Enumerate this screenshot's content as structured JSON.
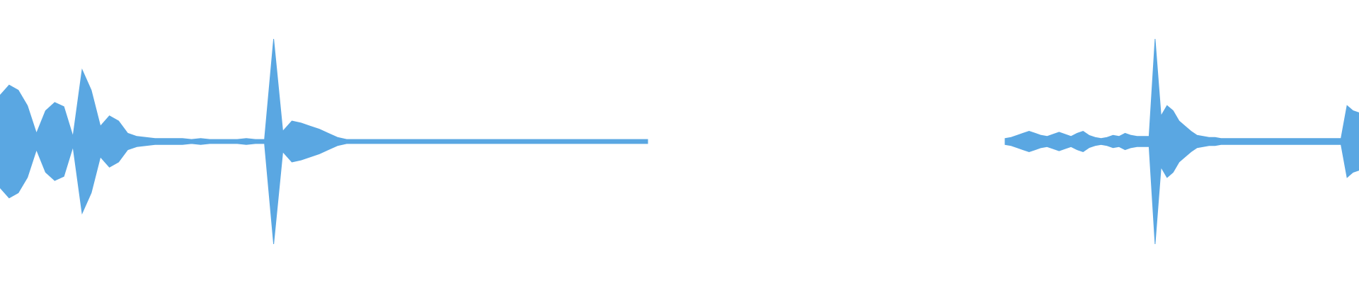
{
  "waveform": {
    "color": "#5aa7e2",
    "background": "#ffffff",
    "segments": [
      {
        "peaks": [
          0.45,
          0.55,
          0.5,
          0.35,
          0.08,
          0.3,
          0.38,
          0.34,
          0.05,
          0.7,
          0.5,
          0.15,
          0.25,
          0.2,
          0.08,
          0.05,
          0.04,
          0.03,
          0.03,
          0.03,
          0.03,
          0.02,
          0.03,
          0.02,
          0.02,
          0.02,
          0.02,
          0.03,
          0.02,
          0.02,
          1.0,
          0.1,
          0.2,
          0.18,
          0.15,
          0.12,
          0.08,
          0.04,
          0.02,
          0.02,
          0.02,
          0.02,
          0.02,
          0.02,
          0.02,
          0.02,
          0.02,
          0.02,
          0.02,
          0.02,
          0.02,
          0.02,
          0.02,
          0.02,
          0.02,
          0.02,
          0.02,
          0.02,
          0.02,
          0.02,
          0.02,
          0.02,
          0.02,
          0.02,
          0.02,
          0.02,
          0.02,
          0.02,
          0.02,
          0.02,
          0.02,
          0.02
        ]
      },
      {
        "peaks": [
          0.03,
          0.04,
          0.06,
          0.08,
          0.1,
          0.08,
          0.06,
          0.05,
          0.07,
          0.09,
          0.07,
          0.05,
          0.08,
          0.1,
          0.06,
          0.04,
          0.03,
          0.04,
          0.06,
          0.05,
          0.08,
          0.06,
          0.05,
          0.05,
          0.05,
          1.0,
          0.25,
          0.35,
          0.3,
          0.2,
          0.15,
          0.1,
          0.06,
          0.05,
          0.04,
          0.04,
          0.03,
          0.03,
          0.03,
          0.03,
          0.03,
          0.03,
          0.03,
          0.03,
          0.03,
          0.03,
          0.03,
          0.03,
          0.03,
          0.03,
          0.03,
          0.03,
          0.03,
          0.03,
          0.03,
          0.03,
          0.03,
          0.35,
          0.3,
          0.28
        ]
      }
    ]
  }
}
